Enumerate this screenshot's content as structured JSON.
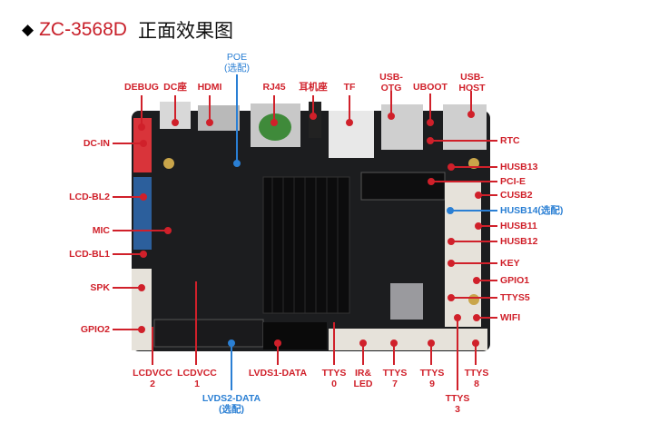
{
  "title": {
    "bullet": "◆",
    "model": "ZC-3568D",
    "subtitle": "正面效果图"
  },
  "colors": {
    "label": "#d0202a",
    "optional": "#2a7fd4",
    "board": "#1c1d1f"
  },
  "top_labels": [
    "DEBUG",
    "DC座",
    "HDMI",
    "POE\n(选配)",
    "RJ45",
    "耳机座",
    "TF",
    "USB-\nOTG",
    "UBOOT",
    "USB-\nHOST"
  ],
  "left_labels": [
    "DC-IN",
    "LCD-BL2",
    "MIC",
    "LCD-BL1",
    "SPK",
    "GPIO2"
  ],
  "right_labels": [
    "RTC",
    "HUSB13",
    "PCI-E",
    "CUSB2",
    "HUSB14(选配)",
    "HUSB11",
    "HUSB12",
    "KEY",
    "GPIO1",
    "TTYS5",
    "WIFI"
  ],
  "bottom_labels": [
    "LCDVCC\n2",
    "LCDVCC\n1",
    "LVDS2-DATA\n(选配)",
    "LVDS1-DATA",
    "TTYS\n0",
    "IR&\nLED",
    "TTYS\n7",
    "TTYS\n9",
    "TTYS\n3",
    "TTYS\n8"
  ]
}
